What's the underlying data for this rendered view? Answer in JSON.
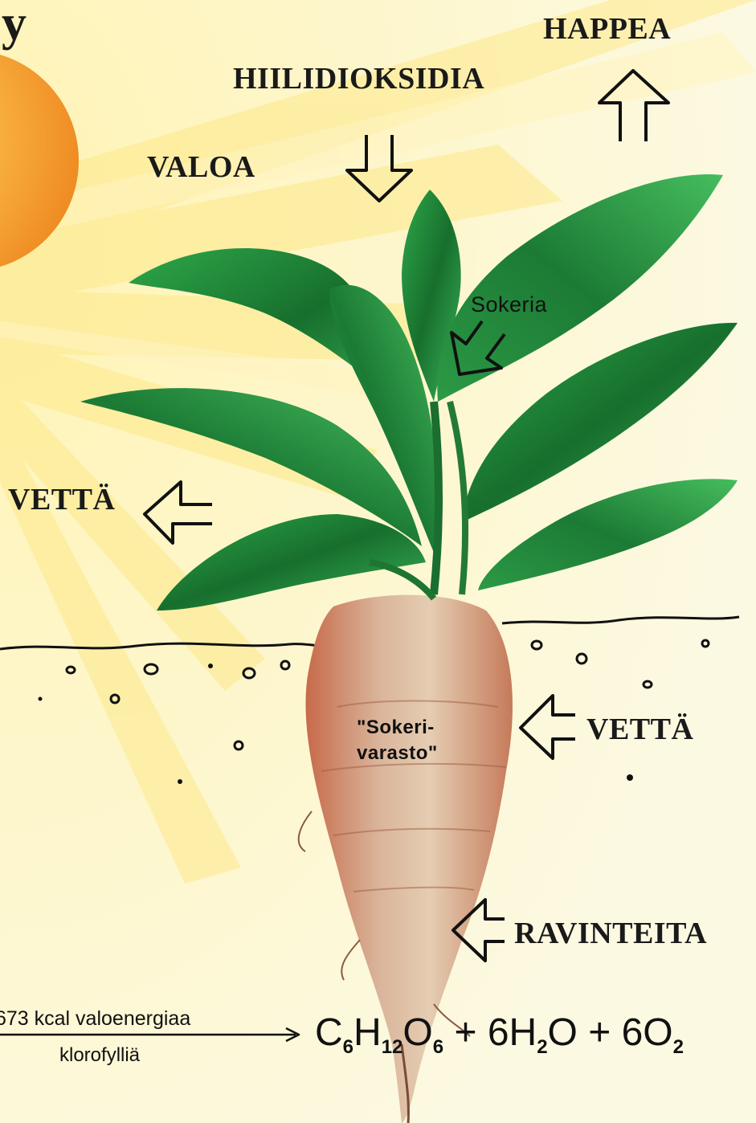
{
  "labels": {
    "corner_fragment": "y",
    "happea": "HAPPEA",
    "hiilidioksidia": "HIILIDIOKSIDIA",
    "valoa": "VALOA",
    "sokeria": "Sokeria",
    "vetta_left": "VETTÄ",
    "vetta_right": "VETTÄ",
    "sokerivarasto_line1": "\"Sokeri-",
    "sokerivarasto_line2": "varasto\"",
    "ravinteita": "RAVINTEITA"
  },
  "equation": {
    "above_arrow": "673 kcal  valoenergiaa",
    "below_arrow": "klorofylliä",
    "product": {
      "c_symbol": "C",
      "c_count": "6",
      "h_symbol": "H",
      "h_count": "12",
      "o_symbol": "O",
      "o_count": "6",
      "water_coef": "+ 6H",
      "water_count": "2",
      "water_tail": "O",
      "oxygen_coef": "+ 6O",
      "oxygen_count": "2"
    }
  },
  "icons": [
    "sun-icon",
    "down-arrow-icon",
    "up-arrow-icon",
    "left-arrow-icon"
  ],
  "colors": {
    "background": "#fcf9e2",
    "sun": "#f5a531",
    "leaf": "#1f8a3a",
    "root": "#c6906f",
    "text": "#1a1a1a"
  }
}
